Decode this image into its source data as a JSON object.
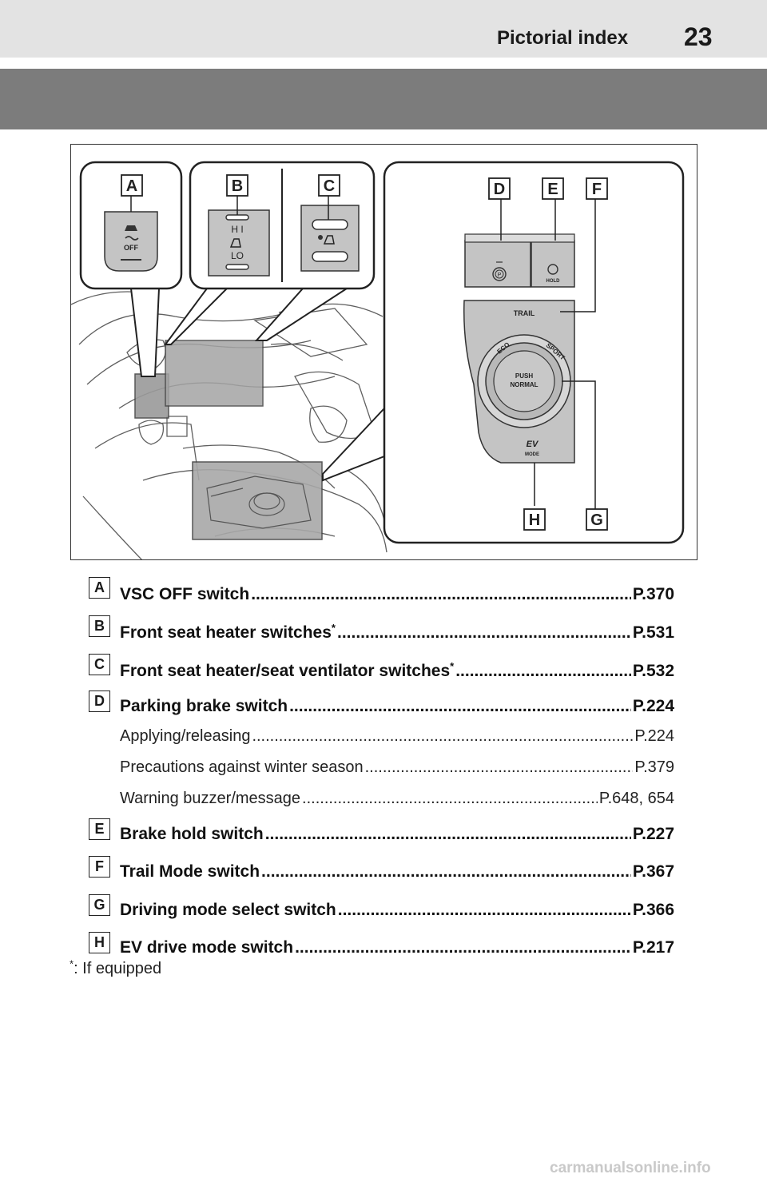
{
  "header": {
    "section": "Pictorial index",
    "page_number": "23"
  },
  "figure": {
    "callouts": [
      "A",
      "B",
      "C",
      "D",
      "E",
      "F",
      "G",
      "H"
    ],
    "switch_labels": {
      "vsc_off": "OFF",
      "heater_hi": "H I",
      "heater_lo": "LO",
      "hold": "HOLD",
      "trail": "TRAIL",
      "eco": "ECO",
      "sport": "SPORT",
      "push_normal_1": "PUSH",
      "push_normal_2": "NORMAL",
      "ev_mode": "MODE",
      "ev_logo": "EV",
      "parking": "P"
    }
  },
  "entries": [
    {
      "letter": "A",
      "label": "VSC OFF switch",
      "star": "",
      "page": "P.370"
    },
    {
      "letter": "B",
      "label": "Front seat heater switches",
      "star": "*",
      "page": "P.531"
    },
    {
      "letter": "C",
      "label": "Front seat heater/seat ventilator switches",
      "star": "*",
      "page": "P.532"
    },
    {
      "letter": "D",
      "label": "Parking brake switch",
      "star": "",
      "page": "P.224",
      "subs": [
        {
          "label": "Applying/releasing",
          "page": "P.224"
        },
        {
          "label": "Precautions against winter season",
          "page": "P.379"
        },
        {
          "label": "Warning buzzer/message",
          "page": "P.648, 654"
        }
      ]
    },
    {
      "letter": "E",
      "label": "Brake hold switch",
      "star": "",
      "page": "P.227"
    },
    {
      "letter": "F",
      "label": "Trail Mode switch",
      "star": "",
      "page": "P.367"
    },
    {
      "letter": "G",
      "label": "Driving mode select switch",
      "star": "",
      "page": "P.366"
    },
    {
      "letter": "H",
      "label": "EV drive mode switch",
      "star": "",
      "page": "P.217"
    }
  ],
  "footnote": {
    "star": "*",
    "text": ": If equipped"
  },
  "watermark": "carmanualsonline.info"
}
